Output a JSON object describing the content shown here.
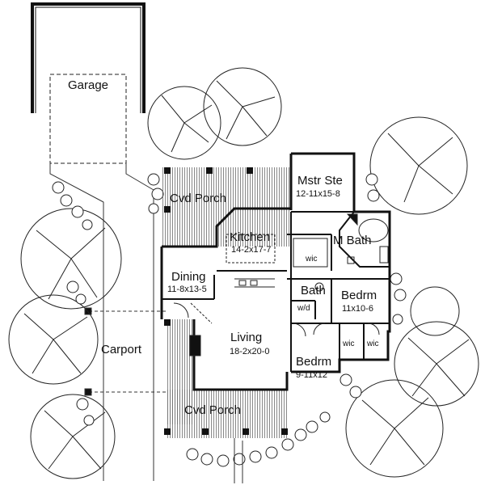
{
  "rooms": {
    "garage": {
      "name": "Garage"
    },
    "carport": {
      "name": "Carport"
    },
    "porch_top": {
      "name": "Cvd Porch"
    },
    "porch_bottom": {
      "name": "Cvd Porch"
    },
    "mstr_ste": {
      "name": "Mstr Ste",
      "dim": "12-11x15-8"
    },
    "kitchen": {
      "name": "Kitchen",
      "dim": "14-2x17-7"
    },
    "m_bath": {
      "name": "M Bath"
    },
    "dining": {
      "name": "Dining",
      "dim": "11-8x13-5"
    },
    "bath": {
      "name": "Bath"
    },
    "bedrm_right": {
      "name": "Bedrm",
      "dim": "11x10-6"
    },
    "living": {
      "name": "Living",
      "dim": "18-2x20-0"
    },
    "bedrm_bottom": {
      "name": "Bedrm",
      "dim": "9-11x12"
    }
  },
  "small_labels": {
    "wic_master": "wic",
    "wd": "w/d",
    "wic_a": "wic",
    "wic_b": "wic"
  }
}
